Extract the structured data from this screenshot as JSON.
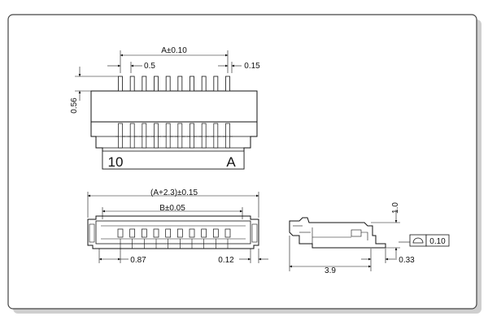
{
  "drawing": {
    "top_view": {
      "dim_pitch_total": "A±0.10",
      "dim_pitch": "0.5",
      "dim_pin_width": "0.15",
      "dim_pin_height": "0.56",
      "marking_left": "10",
      "marking_right": "A",
      "pin_count": 10
    },
    "front_view": {
      "dim_overall": "(A+2.3)±0.15",
      "dim_inner": "B±0.05",
      "dim_left_offset": "0.87",
      "dim_right_offset": "0.12",
      "pin_count": 10
    },
    "side_view": {
      "dim_height": "1.0",
      "dim_depth": "3.9",
      "dim_lead": "0.33",
      "tolerance_symbol": "profile-of-a-line",
      "tolerance_value": "0.10"
    }
  }
}
